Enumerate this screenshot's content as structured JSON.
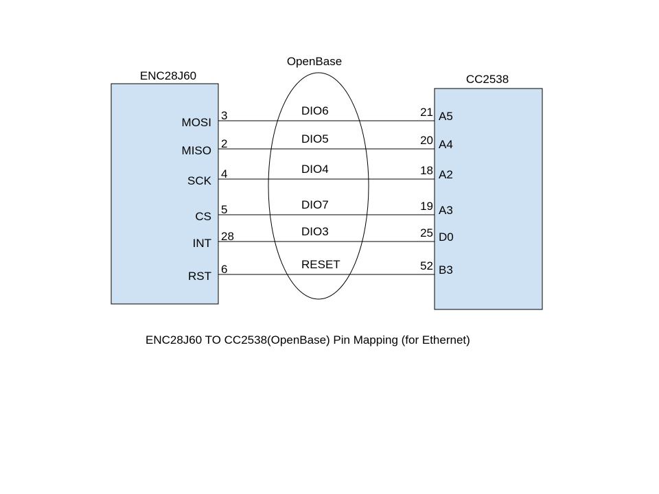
{
  "left_chip": {
    "title": "ENC28J60",
    "fill": "#cfe2f3"
  },
  "right_chip": {
    "title": "CC2538",
    "fill": "#cfe2f3"
  },
  "bus": {
    "title": "OpenBase"
  },
  "connections": [
    {
      "left_pin": "MOSI",
      "left_num": "3",
      "bus_label": "DIO6",
      "right_num": "21",
      "right_pin": "A5"
    },
    {
      "left_pin": "MISO",
      "left_num": "2",
      "bus_label": "DIO5",
      "right_num": "20",
      "right_pin": "A4"
    },
    {
      "left_pin": "SCK",
      "left_num": "4",
      "bus_label": "DIO4",
      "right_num": "18",
      "right_pin": "A2"
    },
    {
      "left_pin": "CS",
      "left_num": "5",
      "bus_label": "DIO7",
      "right_num": "19",
      "right_pin": "A3"
    },
    {
      "left_pin": "INT",
      "left_num": "28",
      "bus_label": "DIO3",
      "right_num": "25",
      "right_pin": "D0"
    },
    {
      "left_pin": "RST",
      "left_num": "6",
      "bus_label": "RESET",
      "right_num": "52",
      "right_pin": "B3"
    }
  ],
  "caption": "ENC28J60 TO CC2538(OpenBase) Pin Mapping (for Ethernet)"
}
